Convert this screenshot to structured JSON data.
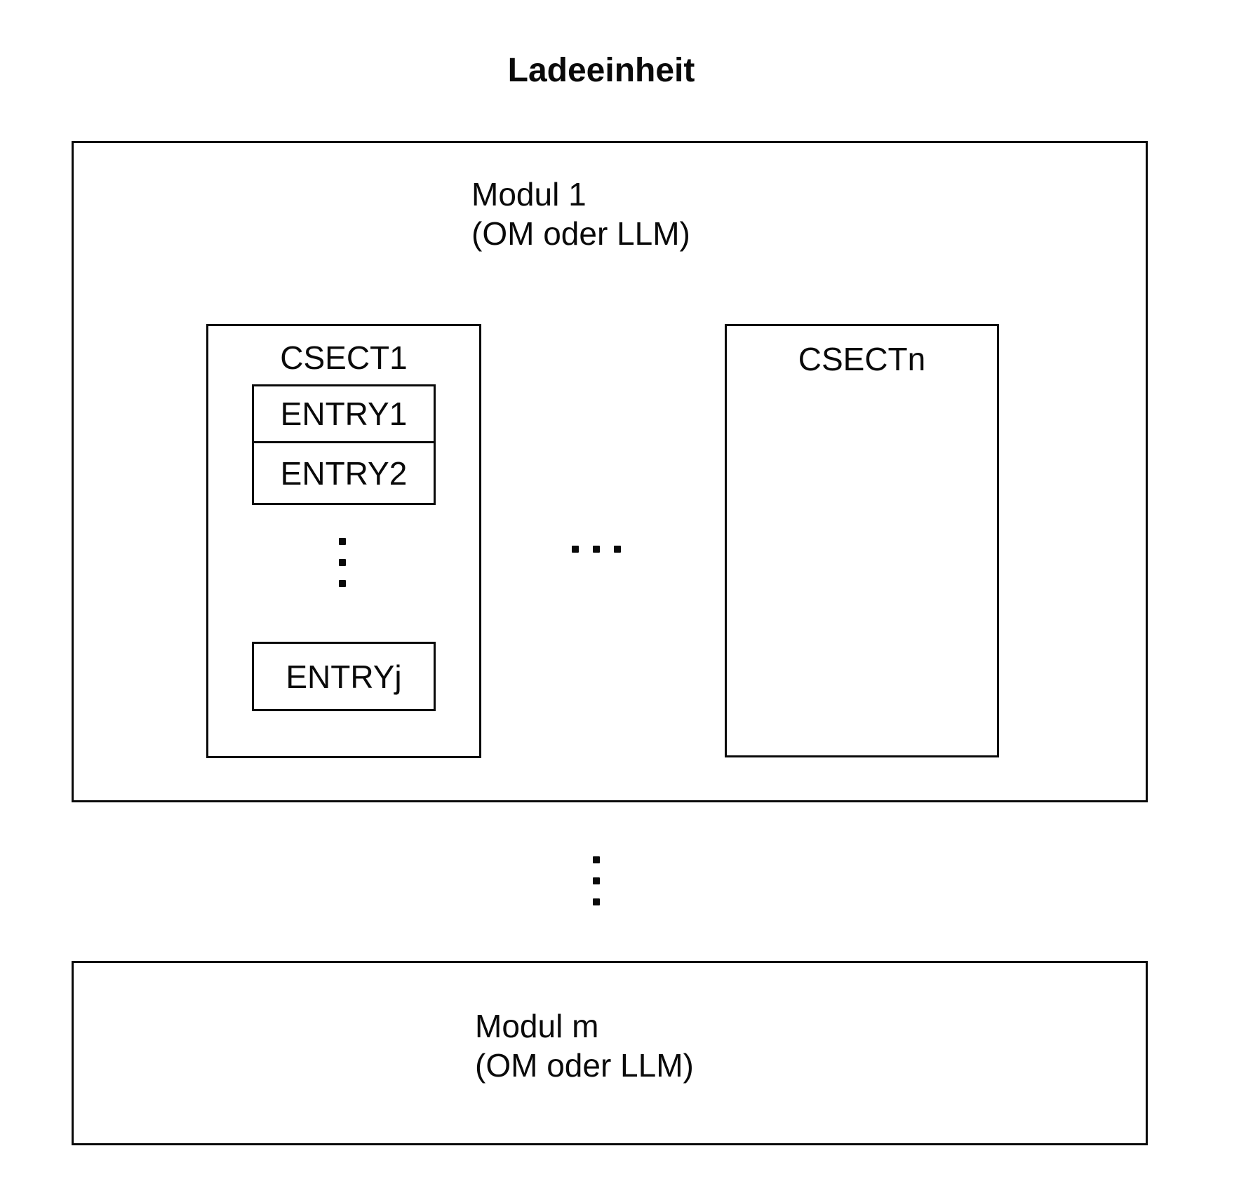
{
  "page": {
    "background_color": "#ffffff",
    "line_color": "#0a0a0a",
    "text_color": "#0a0a0a"
  },
  "title": "Ladeeinheit",
  "module1": {
    "line1": "Modul 1",
    "line2": "(OM oder LLM)",
    "csect1": {
      "label": "CSECT1",
      "entries": [
        "ENTRY1",
        "ENTRY2"
      ],
      "entry_last": "ENTRYj"
    },
    "csectn": {
      "label": "CSECTn"
    }
  },
  "module_m": {
    "line1": "Modul m",
    "line2": "(OM oder LLM)"
  },
  "icons": {
    "csect1_vertical_ellipsis": "⋮",
    "csect_horizontal_ellipsis": "…",
    "modules_vertical_ellipsis": "⋮"
  }
}
